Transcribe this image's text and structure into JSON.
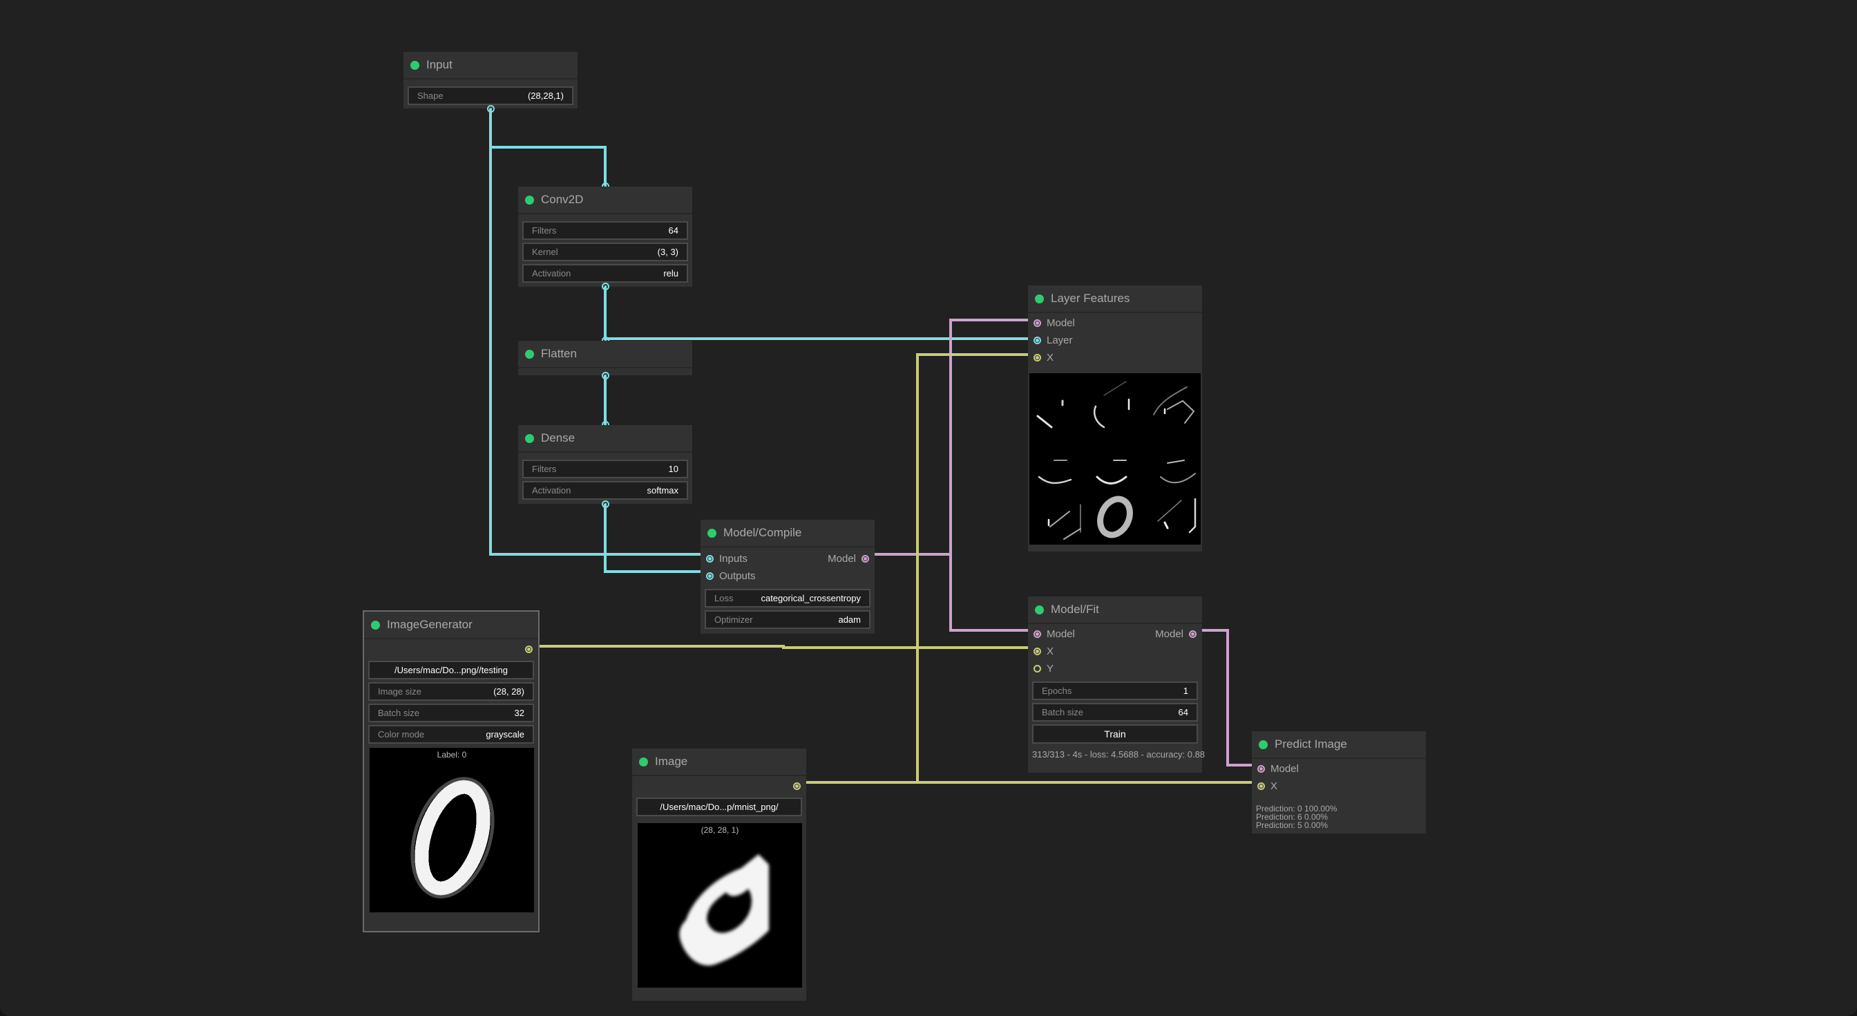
{
  "colors": {
    "background": "#212121",
    "node_bg": "#323232",
    "status_dot": "#2ecc71",
    "wire_model": "#cfa2cf",
    "wire_layer": "#7fdde2",
    "wire_data": "#c8cc7a"
  },
  "nodes": {
    "input": {
      "title": "Input",
      "fields": [
        {
          "label": "Shape",
          "value": "(28,28,1)"
        }
      ]
    },
    "conv2d": {
      "title": "Conv2D",
      "fields": [
        {
          "label": "Filters",
          "value": "64"
        },
        {
          "label": "Kernel",
          "value": "(3, 3)"
        },
        {
          "label": "Activation",
          "value": "relu"
        }
      ]
    },
    "flatten": {
      "title": "Flatten"
    },
    "dense": {
      "title": "Dense",
      "fields": [
        {
          "label": "Filters",
          "value": "10"
        },
        {
          "label": "Activation",
          "value": "softmax"
        }
      ]
    },
    "compile": {
      "title": "Model/Compile",
      "inputs": [
        "Inputs",
        "Outputs"
      ],
      "output": "Model",
      "fields": [
        {
          "label": "Loss",
          "value": "categorical_crossentropy"
        },
        {
          "label": "Optimizer",
          "value": "adam"
        }
      ]
    },
    "layer_features": {
      "title": "Layer Features",
      "inputs": [
        "Model",
        "Layer",
        "X"
      ],
      "image_alt": "feature-maps-3x3-grid"
    },
    "fit": {
      "title": "Model/Fit",
      "inputs": [
        "Model",
        "X",
        "Y"
      ],
      "output": "Model",
      "fields": [
        {
          "label": "Epochs",
          "value": "1"
        },
        {
          "label": "Batch size",
          "value": "64"
        }
      ],
      "train_label": "Train",
      "status": "313/313 - 4s - loss: 4.5688 - accuracy: 0.88"
    },
    "predict": {
      "title": "Predict Image",
      "inputs": [
        "Model",
        "X"
      ],
      "predictions": [
        "Prediction: 0 100.00%",
        "Prediction: 6 0.00%",
        "Prediction: 5 0.00%"
      ]
    },
    "image_generator": {
      "title": "ImageGenerator",
      "path": "/Users/mac/Do...png//testing",
      "fields": [
        {
          "label": "Image size",
          "value": "(28, 28)"
        },
        {
          "label": "Batch size",
          "value": "32"
        },
        {
          "label": "Color mode",
          "value": "grayscale"
        }
      ],
      "image_caption": "Label: 0"
    },
    "image": {
      "title": "Image",
      "path": "/Users/mac/Do...p/mnist_png/",
      "image_caption": "(28, 28, 1)"
    }
  }
}
